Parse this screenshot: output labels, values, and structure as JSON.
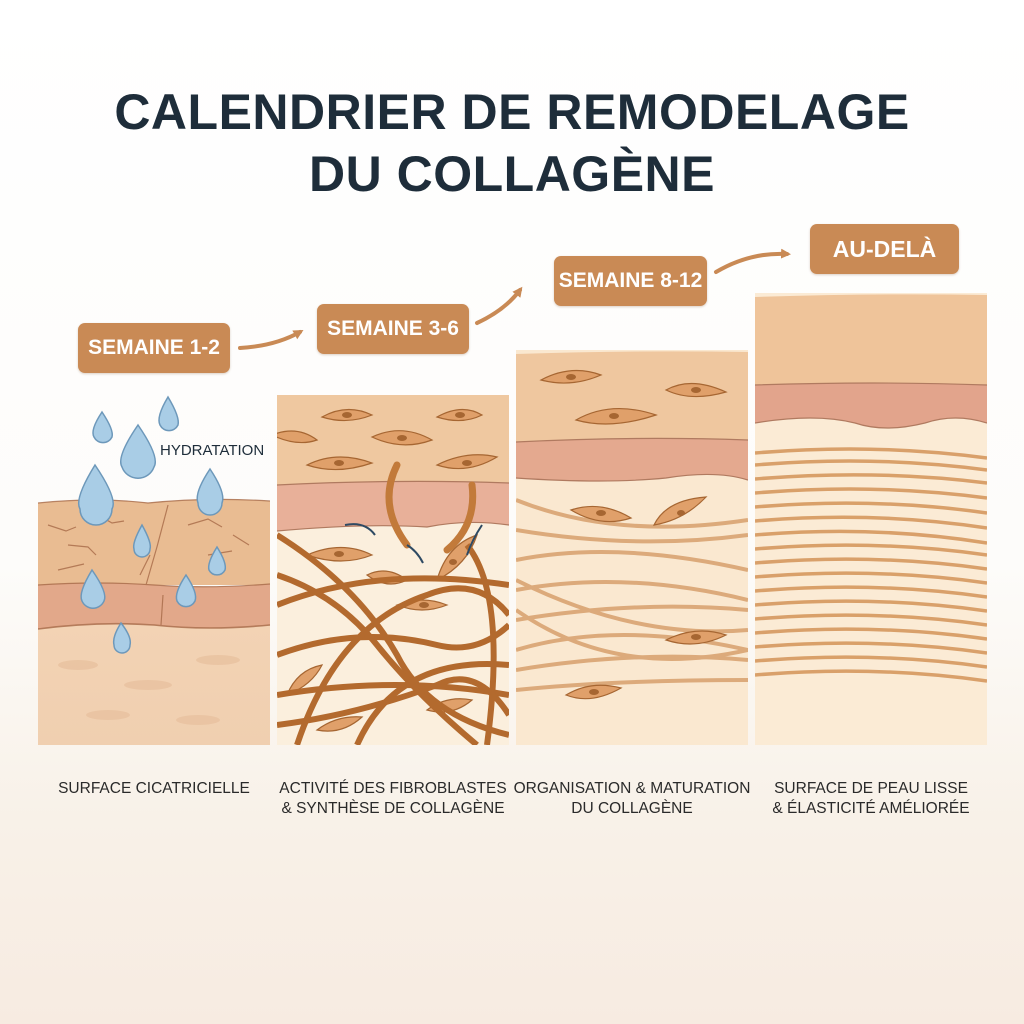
{
  "title": {
    "line1": "CALENDRIER DE REMODELAGE",
    "line2": "DU COLLAGÈNE"
  },
  "colors": {
    "badge": "#c98a55",
    "title_text": "#1e2d3a",
    "epidermis": "#efc79f",
    "dermis_band": "#e4a98f",
    "collagen_fiber": "#c27a3a",
    "water_drop": "#a9cde6",
    "arrow": "#c98a55"
  },
  "stages": [
    {
      "badge": "SEMAINE 1-2",
      "caption_line1": "SURFACE CICATRICIELLE",
      "caption_line2": "",
      "annotation": "HYDRATATION",
      "icon": "water-drops-icon"
    },
    {
      "badge": "SEMAINE 3-6",
      "caption_line1": "ACTIVITÉ DES FIBROBLASTES",
      "caption_line2": "& SYNTHÈSE DE COLLAGÈNE",
      "icon": "fibroblast-cell-icon"
    },
    {
      "badge": "SEMAINE 8-12",
      "caption_line1": "ORGANISATION & MATURATION",
      "caption_line2": "DU COLLAGÈNE",
      "icon": "organized-fibers-icon"
    },
    {
      "badge": "AU-DELÀ",
      "caption_line1": "SURFACE DE PEAU LISSE",
      "caption_line2": "& ÉLASTICITÉ AMÉLIORÉE",
      "icon": "smooth-skin-icon"
    }
  ]
}
